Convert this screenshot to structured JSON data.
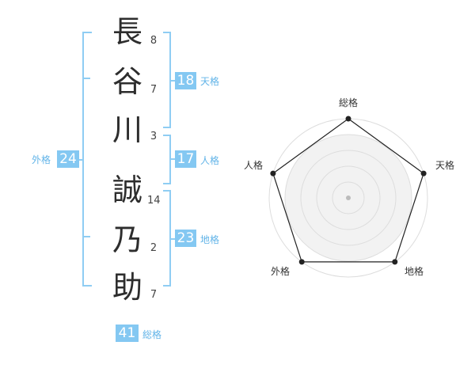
{
  "name": {
    "characters": [
      {
        "char": "長",
        "strokes": "8"
      },
      {
        "char": "谷",
        "strokes": "7"
      },
      {
        "char": "川",
        "strokes": "3"
      },
      {
        "char": "誠",
        "strokes": "14"
      },
      {
        "char": "乃",
        "strokes": "2"
      },
      {
        "char": "助",
        "strokes": "7"
      }
    ]
  },
  "fortunes": {
    "tenkaku": {
      "value": "18",
      "label": "天格"
    },
    "jinkaku": {
      "value": "17",
      "label": "人格"
    },
    "chikaku": {
      "value": "23",
      "label": "地格"
    },
    "gaikaku": {
      "value": "24",
      "label": "外格"
    },
    "soukaku": {
      "value": "41",
      "label": "総格"
    }
  },
  "radar": {
    "labels": {
      "soukaku": "総格",
      "tenkaku": "天格",
      "chikaku": "地格",
      "gaikaku": "外格",
      "jinkaku": "人格"
    },
    "levels": {
      "soukaku": 1,
      "tenkaku": 1,
      "chikaku": 1,
      "gaikaku": 1,
      "jinkaku": 1
    },
    "colors": {
      "accent": "#84c8f2",
      "ring_stroke": "#dddddd",
      "ring_fill": "#f2f2f2",
      "polygon_stroke": "#222222",
      "center_dot": "#bbbbbb"
    }
  }
}
